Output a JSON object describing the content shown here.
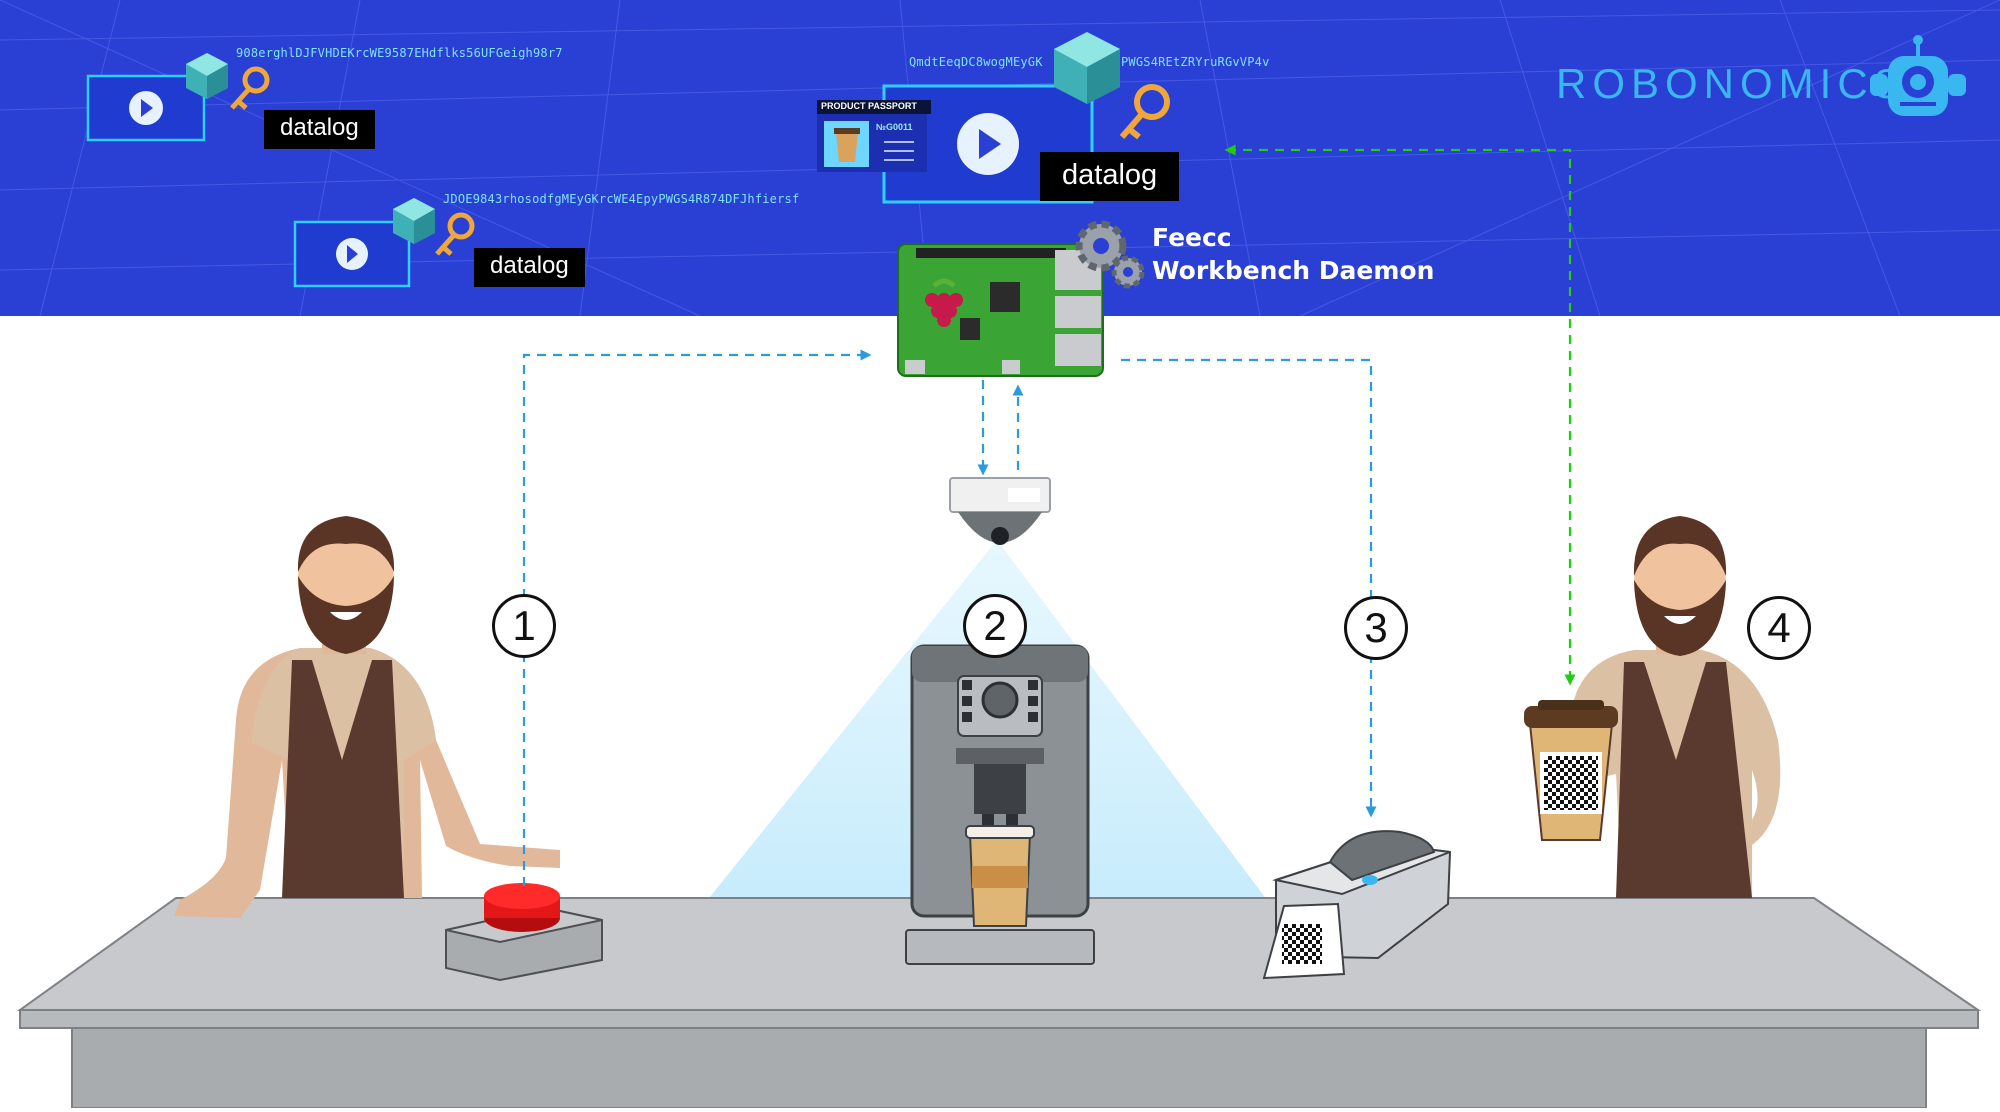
{
  "brand": {
    "name": "ROBONOMICS"
  },
  "daemon": {
    "line1": "Feecc",
    "line2": "Workbench Daemon"
  },
  "datalogs": [
    {
      "hash": "908erghlDJFVHDEKrcWE9587EHdflks56UFGeigh98r7",
      "label": "datalog"
    },
    {
      "hash": "JDOE9843rhosodfgMEyGKrcWE4EpyPWGS4R874DFJhfiersf",
      "label": "datalog"
    },
    {
      "hash_left": "QmdtEeqDC8wogMEyGK",
      "hash_right": "PWGS4REtZRYruRGvVP4v",
      "label": "datalog"
    }
  ],
  "passport": {
    "title": "PRODUCT PASSPORT",
    "number": "№G0011"
  },
  "steps": [
    "1",
    "2",
    "3",
    "4"
  ],
  "colors": {
    "banner": "#2a3fd4",
    "arrow_blue": "#2b9be0",
    "arrow_green": "#22cc11",
    "brand_text": "#3ab6f0",
    "hash_text": "#7fe3ff",
    "counter_top": "#c7c9cc",
    "counter_front": "#a9acaf",
    "light_beam": "#bfe9fb"
  }
}
